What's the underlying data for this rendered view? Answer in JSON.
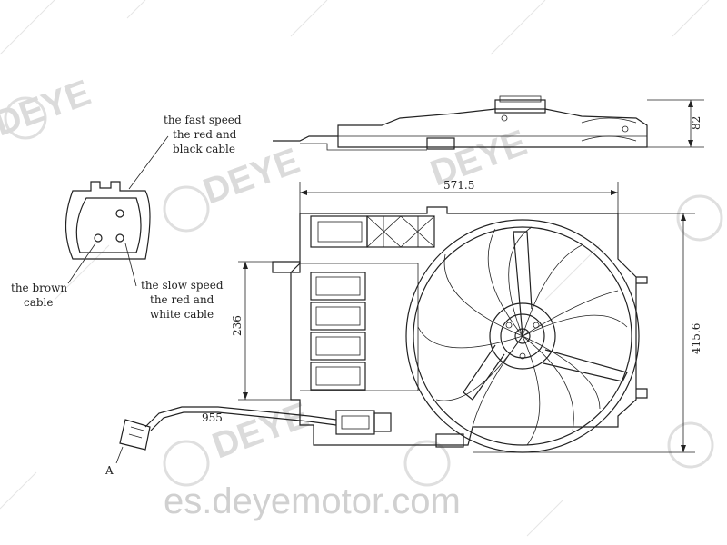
{
  "labels": {
    "fast_speed": [
      "the fast speed",
      "the red and",
      "black cable"
    ],
    "brown": [
      "the brown",
      "cable"
    ],
    "slow_speed": [
      "the slow speed",
      "the red and",
      "white cable"
    ],
    "connector_marker": "A"
  },
  "dimensions": {
    "width": "571.5",
    "height": "415.6",
    "depth": "82",
    "mount": "236",
    "cable": "955"
  },
  "watermark": {
    "brand": "DEYE",
    "url": "es.deyemotor.com"
  },
  "colors": {
    "line": "#222222",
    "watermark": "#d8d8d8"
  }
}
